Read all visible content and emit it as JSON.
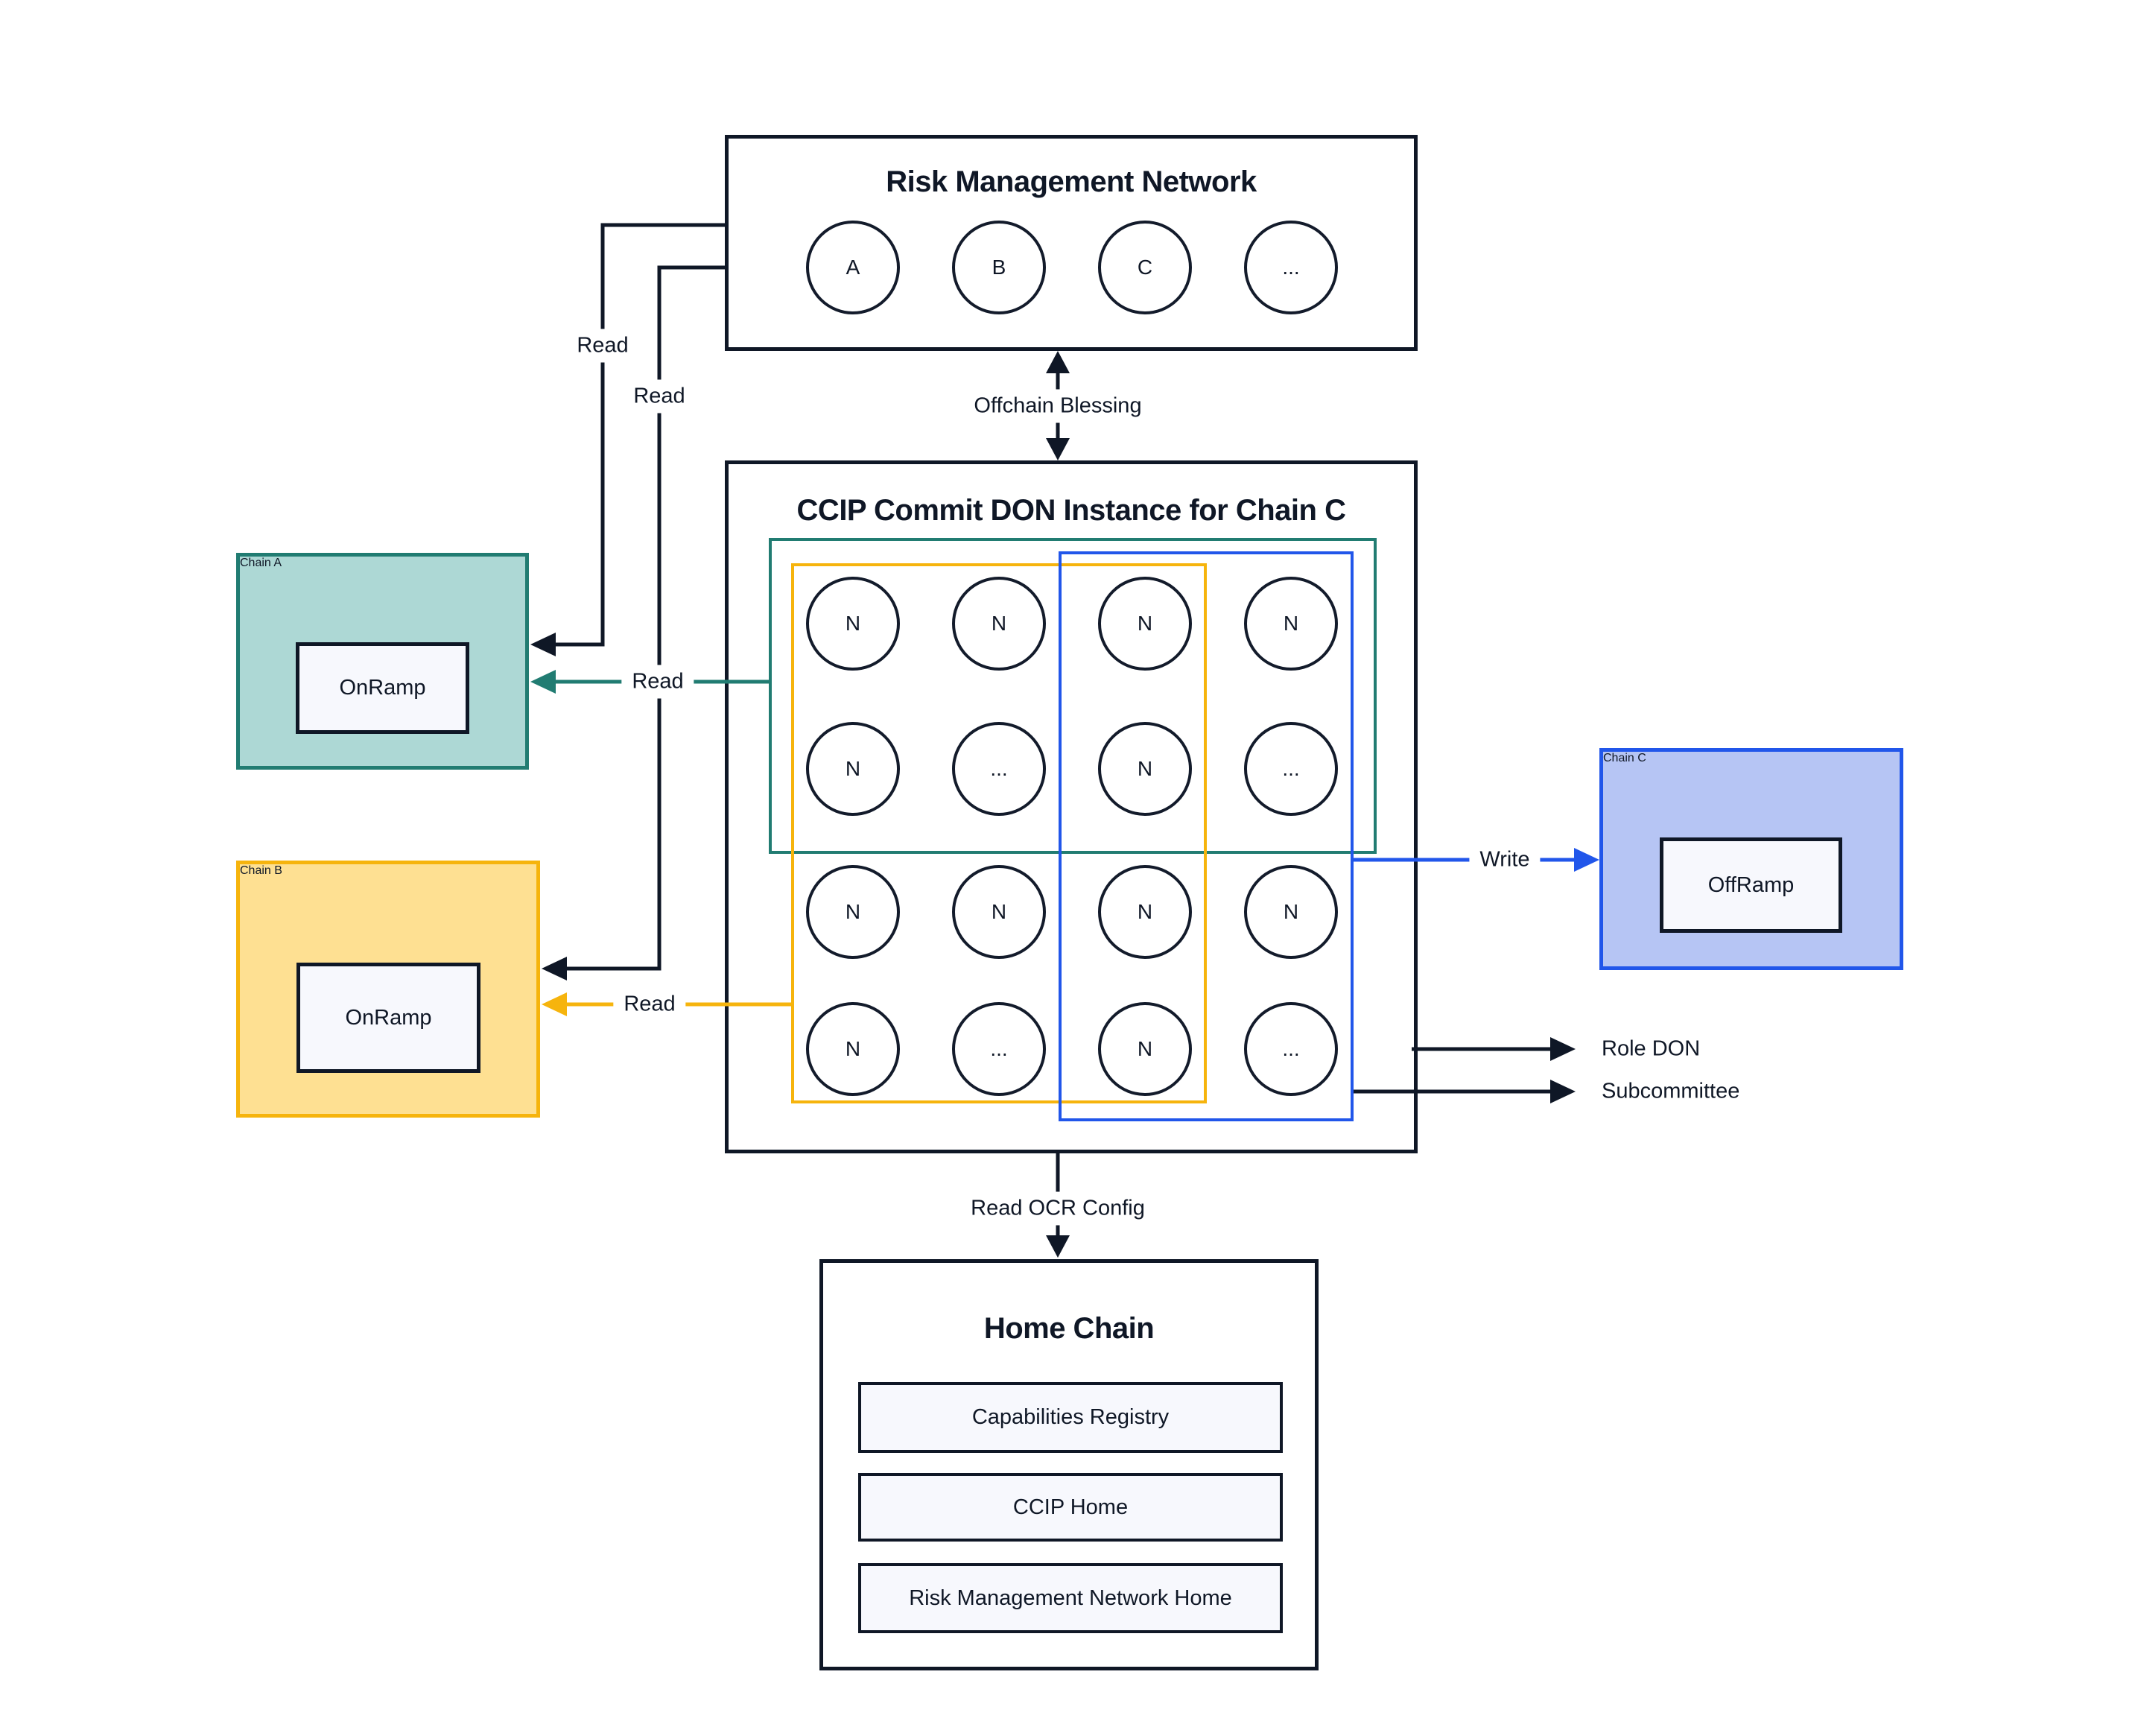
{
  "colors": {
    "navy": "#0f1726",
    "teal": "#217c72",
    "teal_fill": "#add8d5",
    "yellow": "#f6b40d",
    "yellow_fill": "#fee092",
    "blue": "#2156ea",
    "blue_fill": "#b6c5f4",
    "contract_fill": "#f7f8fd"
  },
  "rmn": {
    "title": "Risk Management Network",
    "nodes": [
      "A",
      "B",
      "C",
      "..."
    ]
  },
  "ccip": {
    "title": "CCIP Commit DON Instance for Chain C",
    "grid": [
      "N",
      "N",
      "N",
      "N",
      "N",
      "...",
      "N",
      "...",
      "N",
      "N",
      "N",
      "N",
      "N",
      "...",
      "N",
      "..."
    ]
  },
  "chain_a": {
    "title": "Chain A",
    "contract": "OnRamp"
  },
  "chain_b": {
    "title": "Chain B",
    "contract": "OnRamp"
  },
  "chain_c": {
    "title": "Chain C",
    "contract": "OffRamp"
  },
  "home_chain": {
    "title": "Home Chain",
    "contracts": [
      "Capabilities Registry",
      "CCIP Home",
      "Risk Management Network Home"
    ]
  },
  "edges": {
    "offchain_blessing": "Offchain Blessing",
    "read_rmn_to_a": "Read",
    "read_rmn_to_b": "Read",
    "read_don_to_a": "Read",
    "read_don_to_b": "Read",
    "write": "Write",
    "read_ocr_config": "Read OCR Config",
    "role_don": "Role DON",
    "subcommittee": "Subcommittee"
  }
}
